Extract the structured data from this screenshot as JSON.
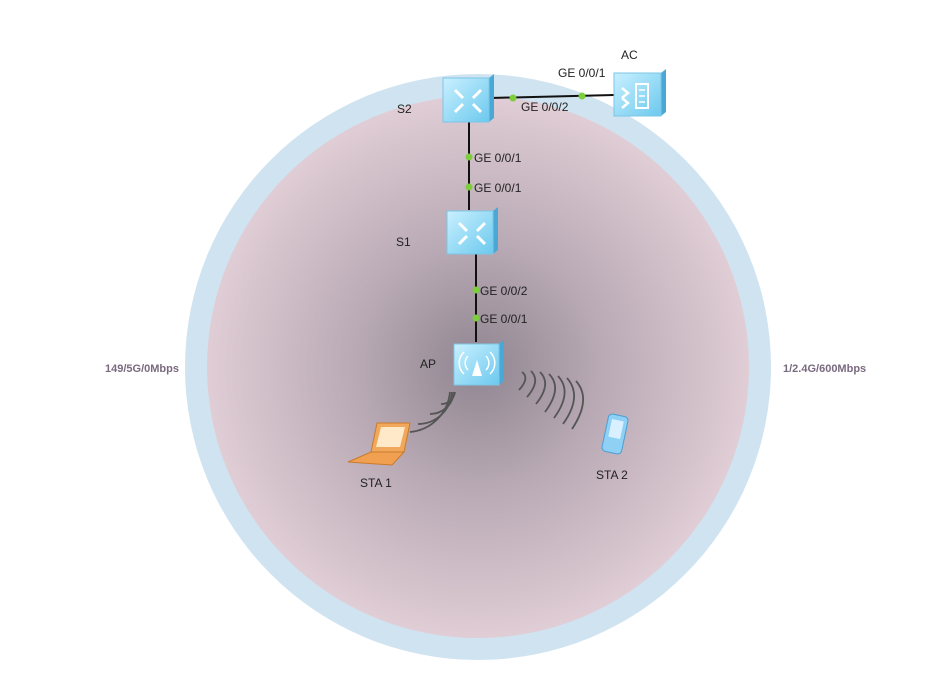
{
  "devices": {
    "s2": {
      "label": "S2",
      "icon": "switch-icon"
    },
    "s1": {
      "label": "S1",
      "icon": "switch-icon"
    },
    "ac": {
      "label": "AC",
      "icon": "access-controller-icon"
    },
    "ap": {
      "label": "AP",
      "icon": "access-point-icon"
    },
    "sta1": {
      "label": "STA 1",
      "icon": "laptop-icon"
    },
    "sta2": {
      "label": "STA 2",
      "icon": "mobile-phone-icon"
    }
  },
  "links": {
    "s2_ac": {
      "s2_port": "GE 0/0/2",
      "ac_port": "GE 0/0/1"
    },
    "s2_s1": {
      "s2_port": "GE 0/0/1",
      "s1_port": "GE 0/0/1"
    },
    "s1_ap": {
      "s1_port": "GE 0/0/2",
      "ap_port": "GE 0/0/1"
    }
  },
  "radio": {
    "left_label": "149/5G/0Mbps",
    "right_label": "1/2.4G/600Mbps"
  },
  "colors": {
    "link": "#111111",
    "port_dot": "#7ccf3a",
    "ring": "#cfe3f1",
    "device": "#8fd9f5"
  }
}
